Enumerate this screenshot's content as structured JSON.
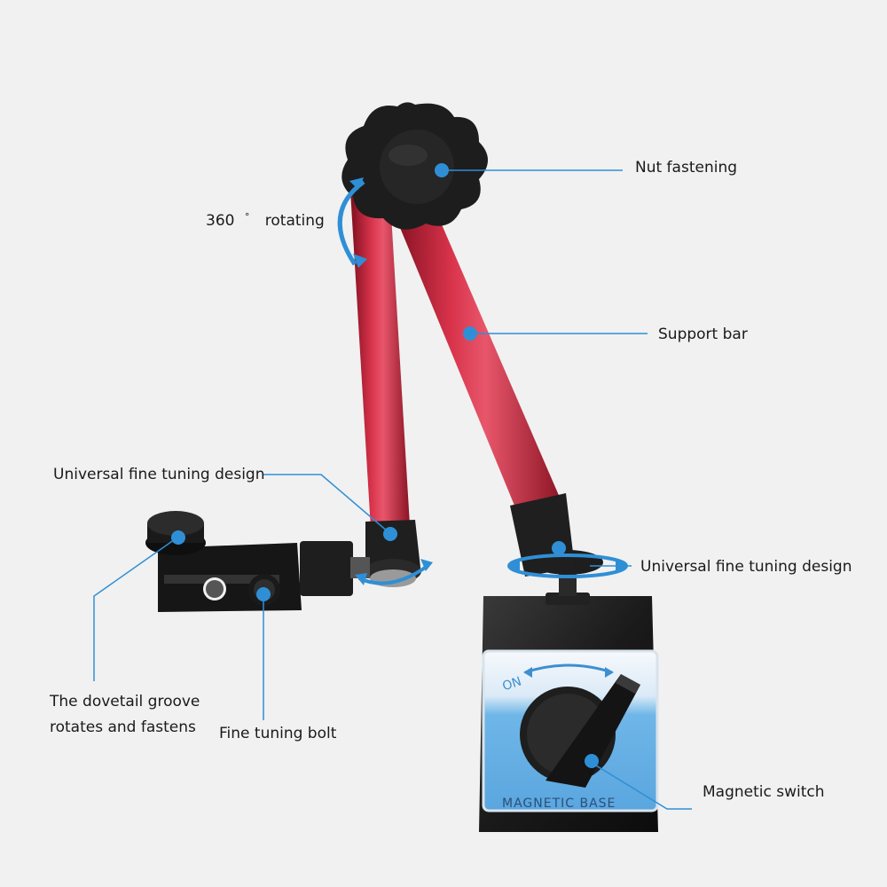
{
  "labels": {
    "nut_fastening": "Nut fastening",
    "rotating_value": "360",
    "rotating_degree": "°",
    "rotating_text": "rotating",
    "support_bar": "Support bar",
    "fine_tuning_left": "Universal fine tuning design",
    "fine_tuning_right": "Universal fine tuning design",
    "dovetail_line1": "The dovetail groove",
    "dovetail_line2": "rotates and fastens",
    "fine_tuning_bolt": "Fine tuning bolt",
    "magnetic_switch": "Magnetic switch"
  },
  "base_plate": {
    "on_text": "ON",
    "brand_text": "MAGNETIC BASE"
  },
  "colors": {
    "background": "#f1f1f1",
    "arm_red": "#c8203a",
    "callout_blue": "#2f8fd6",
    "plate_blue": "#6fb6e8",
    "black_part": "#1c1c1c"
  }
}
